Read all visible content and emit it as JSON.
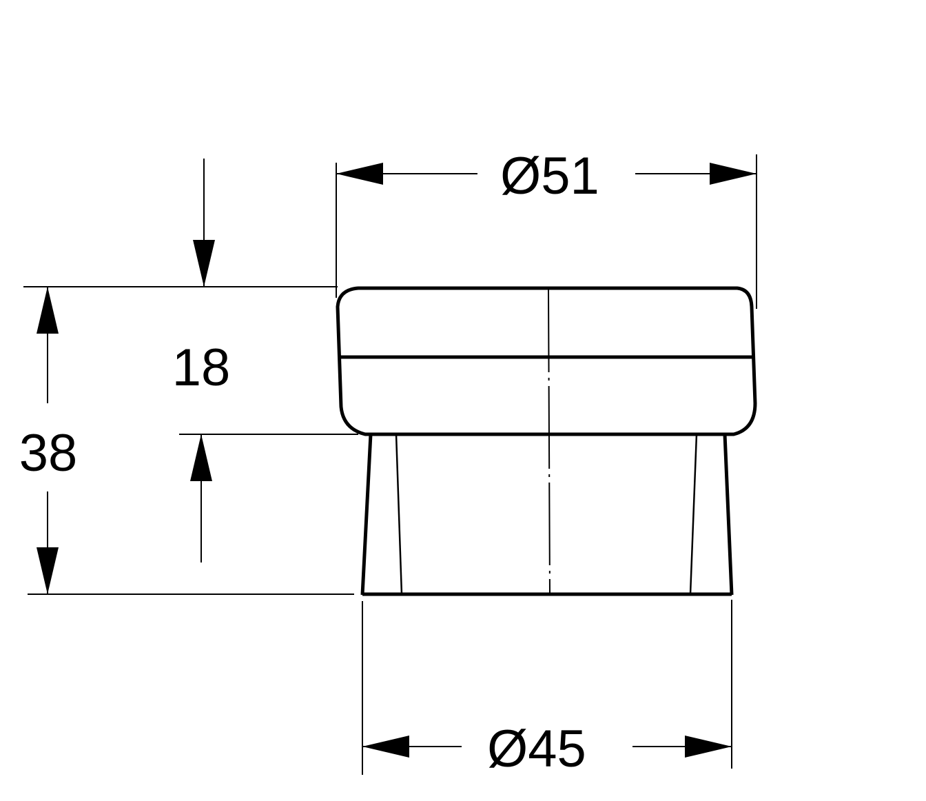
{
  "colors": {
    "line": "#000000",
    "background": "#ffffff"
  },
  "dimensions": {
    "top_diameter": "Ø51",
    "bottom_diameter": "Ø45",
    "total_height": "38",
    "cap_height": "18"
  }
}
